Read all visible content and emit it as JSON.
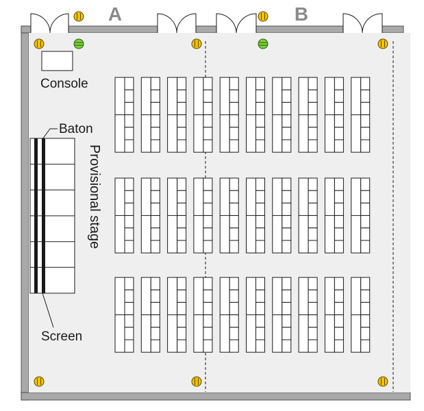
{
  "room_labels": {
    "a": "A",
    "b": "B"
  },
  "labels": {
    "console": "Console",
    "baton": "Baton",
    "stage": "Provisional stage",
    "screen": "Screen"
  },
  "colors": {
    "wall": "#a9a9a9",
    "floor": "#efefef",
    "outlet_yellow": "#f2c200",
    "outlet_green": "#7ccf3a",
    "outline": "#1a1a1a",
    "room_label": "#8a8a8a"
  },
  "layout_counts": {
    "table_columns": 10,
    "table_blocks": 3,
    "cells_per_block": 6,
    "stage_sections": 6
  }
}
